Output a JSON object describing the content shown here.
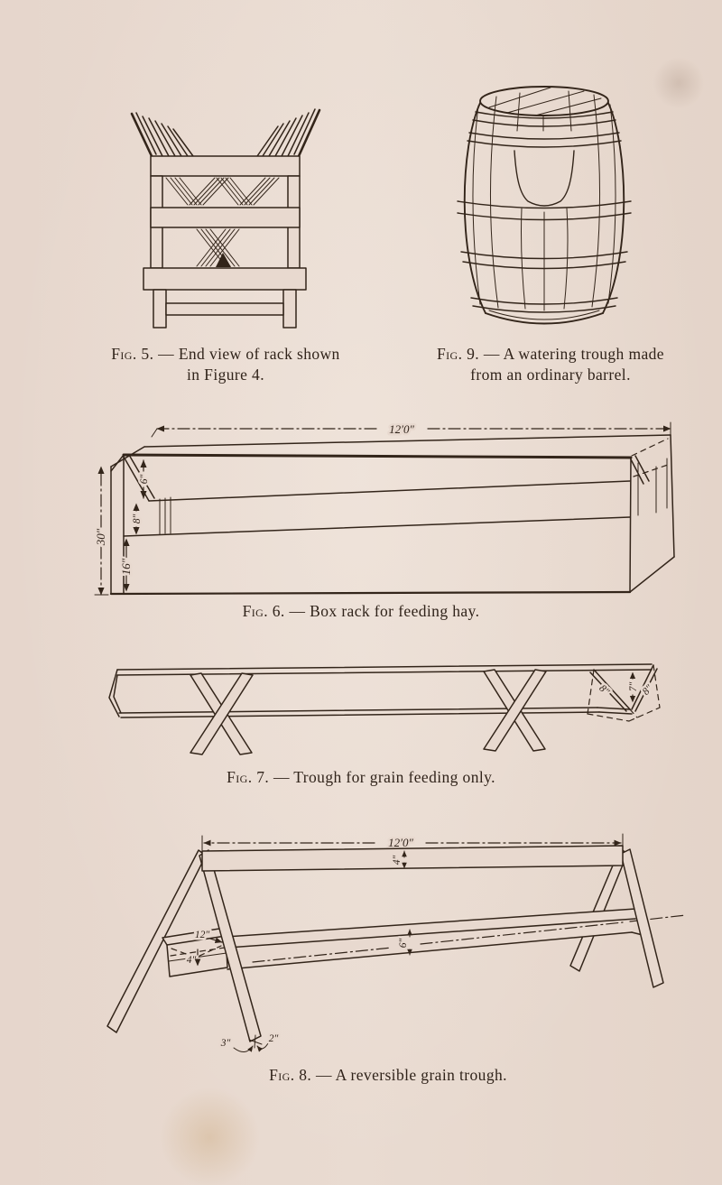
{
  "page": {
    "type": "book page of technical drawings",
    "paper_color": "#e8d9cf",
    "ink_color": "#33251a"
  },
  "figures": {
    "fig5": {
      "label": "Fig. 5.",
      "caption": "— End view of rack shown",
      "caption_line2": "in Figure 4.",
      "subject": "end view of hay rack"
    },
    "fig9": {
      "label": "Fig. 9.",
      "caption": "— A watering trough made",
      "caption_line2": "from an ordinary barrel.",
      "subject": "barrel watering trough"
    },
    "fig6": {
      "label": "Fig. 6.",
      "caption": "— Box rack for feeding hay.",
      "subject": "box rack",
      "dimensions": {
        "length": "12′0″",
        "overall_height": "30″",
        "front_board_height": "16″",
        "middle_board": "8″",
        "top_gap": "6″"
      }
    },
    "fig7": {
      "label": "Fig. 7.",
      "caption": "— Trough for grain feeding only.",
      "subject": "grain trough with crossed legs",
      "dimensions": {
        "left_side": "8″",
        "bottom": "7″",
        "right_side": "8″"
      }
    },
    "fig8": {
      "label": "Fig. 8.",
      "caption": "— A reversible grain trough.",
      "subject": "reversible grain trough on A-frames",
      "dimensions": {
        "length": "12′0″",
        "top_rail": "4″",
        "trough_depth": "6″",
        "end_width": "12″",
        "end_height": "4″",
        "foot_front": "3″",
        "foot_back": "2″"
      }
    }
  }
}
